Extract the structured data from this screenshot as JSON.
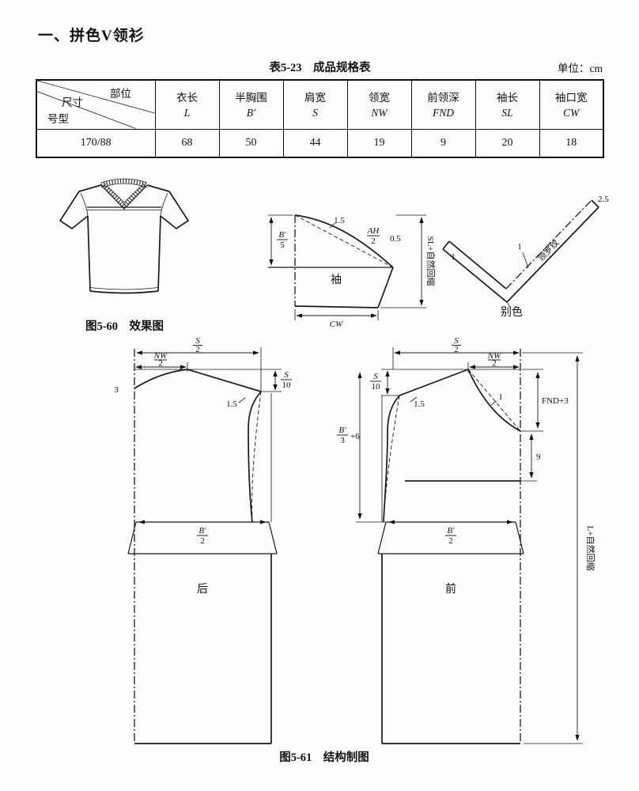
{
  "page": {
    "section_title": "一、拼色V领衫",
    "unit_label": "单位：cm"
  },
  "spec_table": {
    "caption": "表5-23　成品规格表",
    "corner": {
      "top_right": "部位",
      "middle": "尺寸",
      "bottom_left": "号型"
    },
    "columns": [
      {
        "name": "衣长",
        "symbol": "L"
      },
      {
        "name": "半胸围",
        "symbol": "B′"
      },
      {
        "name": "肩宽",
        "symbol": "S"
      },
      {
        "name": "领宽",
        "symbol": "NW"
      },
      {
        "name": "前领深",
        "symbol": "FND"
      },
      {
        "name": "袖长",
        "symbol": "SL"
      },
      {
        "name": "袖口宽",
        "symbol": "CW"
      }
    ],
    "data_row": {
      "size": "170/88",
      "values": [
        "68",
        "50",
        "44",
        "19",
        "9",
        "20",
        "18"
      ]
    }
  },
  "fig_effect": {
    "caption": "图5-60　效果图"
  },
  "fig_sleeve": {
    "cap_rise": "1.5",
    "armhole_frac": {
      "num": "AH",
      "den": "2"
    },
    "cap_offset": "0.5",
    "depth_frac": {
      "num": "B′",
      "den": "5"
    },
    "piece_label": "袖",
    "length_label": "SL+自然回缩",
    "cuff_label": "CW"
  },
  "fig_collar": {
    "band_width": "2.5",
    "band_label": "领罗纹",
    "rib_width": "1",
    "end_width": "1",
    "contrast_label": "别色"
  },
  "fig_structure": {
    "caption": "图5-61　结构制图",
    "back": {
      "piece_label": "后",
      "shoulder_width": {
        "num": "S",
        "den": "2"
      },
      "neck_width": {
        "num": "NW",
        "den": "2"
      },
      "shoulder_drop": {
        "num": "S",
        "den": "10"
      },
      "neck_rise": "3",
      "armhole_ease": "1.5",
      "hem_width": {
        "num": "B′",
        "den": "2"
      }
    },
    "front": {
      "piece_label": "前",
      "shoulder_width": {
        "num": "S",
        "den": "2"
      },
      "neck_width": {
        "num": "NW",
        "den": "2"
      },
      "shoulder_drop": {
        "num": "S",
        "den": "10"
      },
      "armhole_ease": "1.5",
      "neck_curve_offset": "1",
      "neck_depth": "FND+3",
      "yoke_depth": "9",
      "scye_depth": {
        "num": "B′",
        "den": "3",
        "suffix": "+6"
      },
      "hem_width": {
        "num": "B′",
        "den": "2"
      }
    },
    "length_label": "L+自然回缩"
  }
}
